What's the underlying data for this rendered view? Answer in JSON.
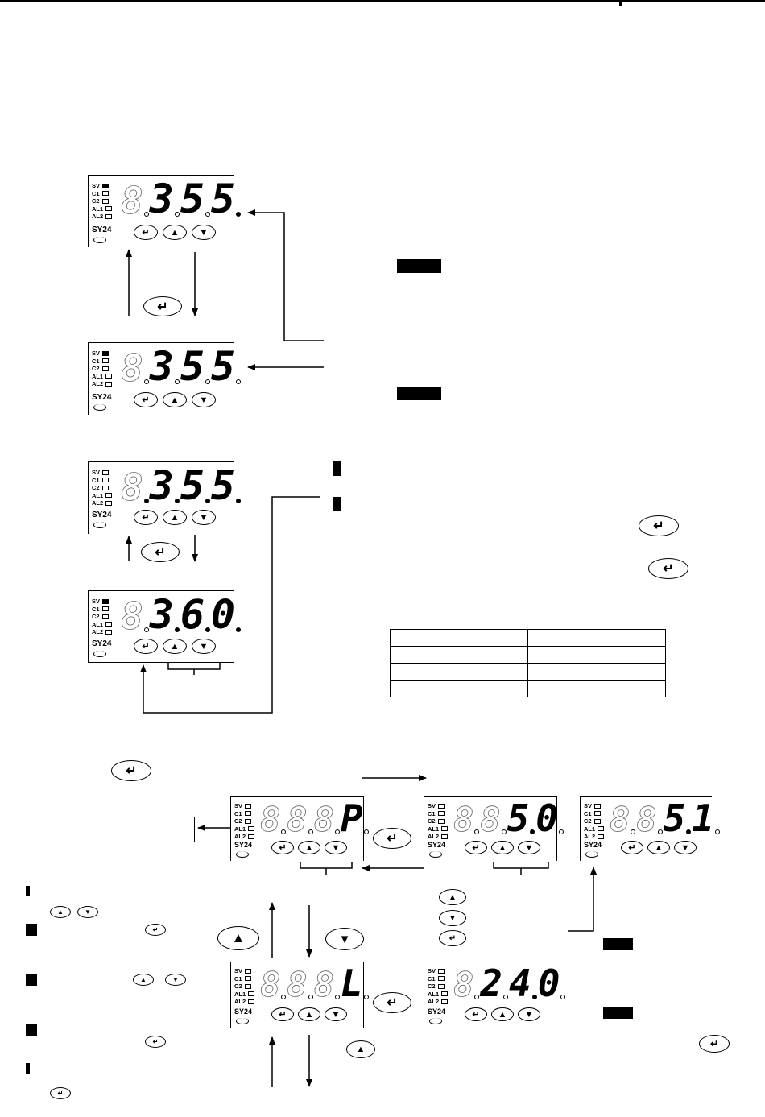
{
  "model": "SY24",
  "indicators": [
    "SV",
    "C1",
    "C2",
    "AL1",
    "AL2"
  ],
  "key_symbols": {
    "enter": "↵",
    "up": "▲",
    "down": "▼"
  },
  "displays": {
    "d1": [
      "3",
      "5",
      "5"
    ],
    "d2": [
      "3",
      "5",
      "5"
    ],
    "d3": [
      "3",
      "5",
      "5"
    ],
    "d4": [
      "3",
      "6",
      "0"
    ],
    "d5": [
      "P"
    ],
    "d6": [
      "5",
      "0"
    ],
    "d7": [
      "5",
      "1"
    ],
    "d8": [
      "L"
    ],
    "d9": [
      "2",
      "4",
      "0"
    ]
  }
}
